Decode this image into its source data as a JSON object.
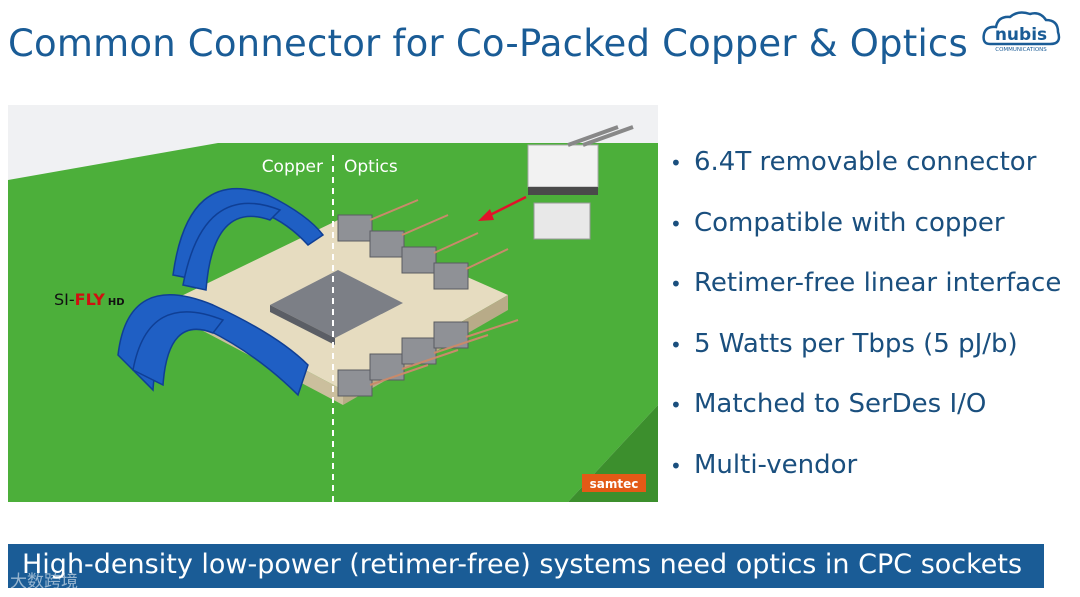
{
  "slide": {
    "title": "Common Connector for Co-Packed Copper & Optics",
    "logo": {
      "name": "nubis",
      "sub": "COMMUNICATIONS"
    },
    "figure": {
      "label_left": "Copper",
      "label_right": "Optics",
      "si_fly_prefix": "SI-",
      "si_fly_fly": "FLY",
      "si_fly_suffix": "HD",
      "samtec": "samtec"
    },
    "bullets": [
      "6.4T removable connector",
      "Compatible with copper",
      "Retimer-free linear interface",
      "5 Watts per Tbps (5 pJ/b)",
      "Matched to SerDes I/O",
      "Multi-vendor"
    ],
    "banner": "High-density low-power (retimer-free) systems need optics in CPC sockets",
    "watermark": "大数跨境"
  },
  "colors": {
    "title": "#1a5c96",
    "banner": "#1a5c96",
    "board": "#4caf3a",
    "cable": "#1f5fc4"
  }
}
